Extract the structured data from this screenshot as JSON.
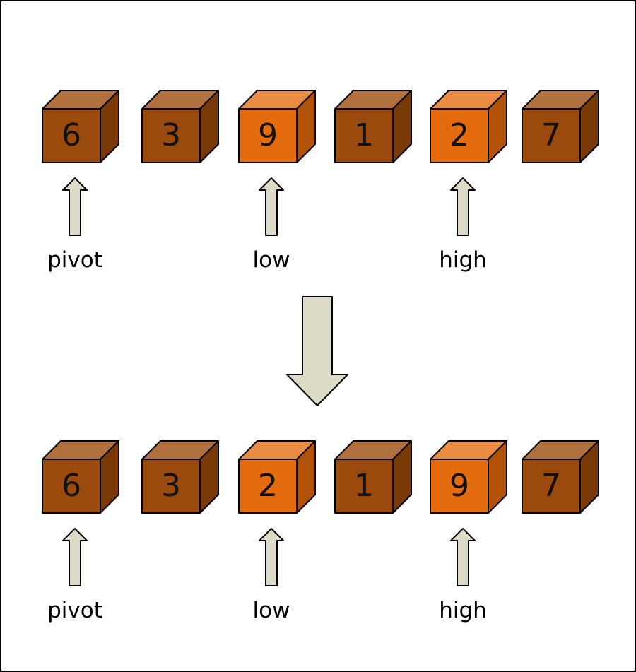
{
  "colors": {
    "frame": "#000000",
    "background": "#ffffff",
    "arrow_fill": "#dddac6",
    "cube_dark": {
      "front": "#9a4a0c",
      "top": "#b07040",
      "side": "#7a3a08"
    },
    "cube_highlight": {
      "front": "#e46c0e",
      "top": "#ea8c44",
      "side": "#b25208"
    }
  },
  "rows": [
    {
      "cubes": [
        {
          "value": "6",
          "highlight": false
        },
        {
          "value": "3",
          "highlight": false
        },
        {
          "value": "9",
          "highlight": true
        },
        {
          "value": "1",
          "highlight": false
        },
        {
          "value": "2",
          "highlight": true
        },
        {
          "value": "7",
          "highlight": false
        }
      ],
      "pointers": [
        {
          "label": "pivot",
          "cube_index": 0
        },
        {
          "label": "low",
          "cube_index": 2
        },
        {
          "label": "high",
          "cube_index": 4
        }
      ]
    },
    {
      "cubes": [
        {
          "value": "6",
          "highlight": false
        },
        {
          "value": "3",
          "highlight": false
        },
        {
          "value": "2",
          "highlight": true
        },
        {
          "value": "1",
          "highlight": false
        },
        {
          "value": "9",
          "highlight": true
        },
        {
          "value": "7",
          "highlight": false
        }
      ],
      "pointers": [
        {
          "label": "pivot",
          "cube_index": 0
        },
        {
          "label": "low",
          "cube_index": 2
        },
        {
          "label": "high",
          "cube_index": 4
        }
      ]
    }
  ]
}
